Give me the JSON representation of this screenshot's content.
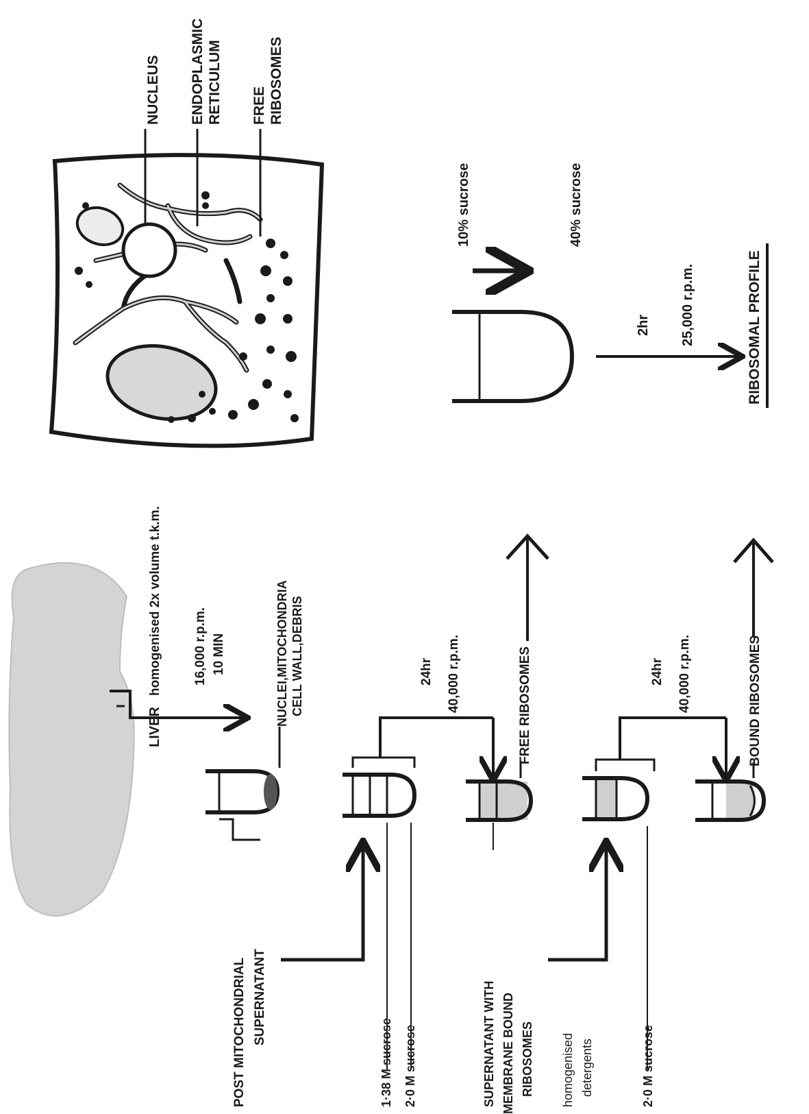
{
  "cell": {
    "labels": {
      "nucleus": "NUCLEUS",
      "er_line1": "ENDOPLASMIC",
      "er_line2": "RETICULUM",
      "free_line1": "FREE",
      "free_line2": "RIBOSOMES"
    }
  },
  "gradient": {
    "top_label": "10% sucrose",
    "bottom_label": "40% sucrose",
    "time": "2hr",
    "speed": "25,000 r.p.m.",
    "result": "RIBOSOMAL PROFILE"
  },
  "procedure": {
    "liver": "LIVER",
    "homogenised": "homogenised 2x volume t.k.m.",
    "speed1": "16,000 r.p.m.",
    "time1": "10 MIN",
    "pellet1_line1": "NUCLEI,MITOCHONDRIA",
    "pellet1_line2": "CELL WALL,DEBRIS",
    "post_mito_line1": "POST MITOCHONDRIAL",
    "post_mito_line2": "SUPERNATANT",
    "sucrose_138": "1·38 M sucrose",
    "sucrose_20a": "2·0 M sucrose",
    "time2": "24hr",
    "speed2": "40,000 r.p.m.",
    "free_ribosomes": "FREE RIBOSOMES",
    "supernatant_line1": "SUPERNATANT WITH",
    "supernatant_line2": "MEMBRANE BOUND",
    "supernatant_line3": "RIBOSOMES",
    "homogenised2": "homogenised",
    "detergents": "detergents",
    "sucrose_20b": "2·0 M sucrose",
    "time3": "24hr",
    "speed3": "40,000 r.p.m.",
    "bound_ribosomes": "BOUND RIBOSOMES"
  },
  "colors": {
    "ink": "#1a1a1a",
    "fill": "#cfcfcf",
    "paper": "#ffffff"
  }
}
